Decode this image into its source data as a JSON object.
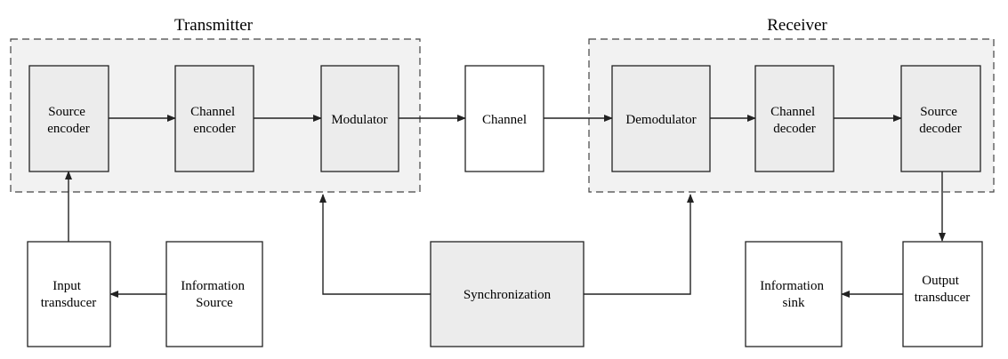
{
  "groups": {
    "transmitter": "Transmitter",
    "receiver": "Receiver"
  },
  "blocks": {
    "source_encoder": [
      "Source",
      "encoder"
    ],
    "channel_encoder": [
      "Channel",
      "encoder"
    ],
    "modulator": [
      "Modulator"
    ],
    "channel": [
      "Channel"
    ],
    "demodulator": [
      "Demodulator"
    ],
    "channel_decoder": [
      "Channel",
      "decoder"
    ],
    "source_decoder": [
      "Source",
      "decoder"
    ],
    "input_transducer": [
      "Input",
      "transducer"
    ],
    "information_source": [
      "Information",
      "Source"
    ],
    "synchronization": [
      "Synchronization"
    ],
    "information_sink": [
      "Information",
      "sink"
    ],
    "output_transducer": [
      "Output",
      "transducer"
    ]
  },
  "connections": [
    [
      "input_transducer",
      "source_encoder"
    ],
    [
      "information_source",
      "input_transducer"
    ],
    [
      "source_encoder",
      "channel_encoder"
    ],
    [
      "channel_encoder",
      "modulator"
    ],
    [
      "modulator",
      "channel"
    ],
    [
      "channel",
      "demodulator"
    ],
    [
      "demodulator",
      "channel_decoder"
    ],
    [
      "channel_decoder",
      "source_decoder"
    ],
    [
      "source_decoder",
      "output_transducer"
    ],
    [
      "output_transducer",
      "information_sink"
    ],
    [
      "synchronization",
      "modulator"
    ],
    [
      "synchronization",
      "demodulator"
    ]
  ],
  "colors": {
    "grey_fill": "#ececec",
    "group_fill": "#f2f2f2",
    "stroke": "#222222"
  }
}
